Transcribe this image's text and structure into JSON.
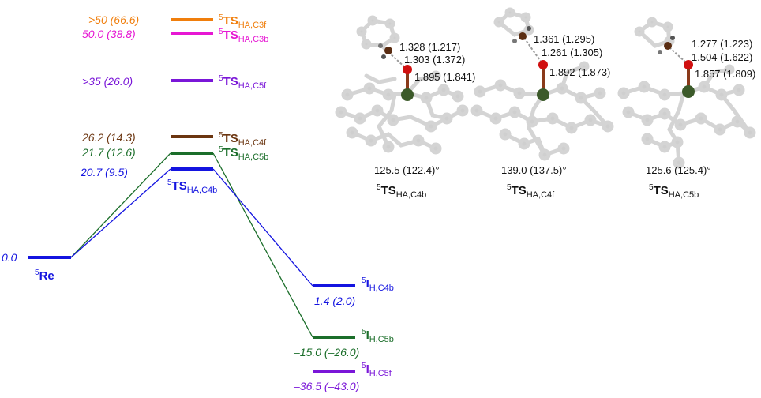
{
  "colors": {
    "blue": "#1414e0",
    "green": "#1b6e2a",
    "orange": "#f07e0c",
    "magenta": "#e617d3",
    "purple": "#7a16d8",
    "brown": "#6b3510",
    "atom_gray": "#c9c9c9",
    "metal": "#3c5a2a",
    "oxygen": "#d01010",
    "carbon": "#5a2d12"
  },
  "levels": {
    "re": {
      "energy": "0.0",
      "label_main": "Re",
      "label_sup": "5",
      "label_sub": ""
    },
    "ts_c3f": {
      "energy": ">50 (66.6)",
      "label_main": "TS",
      "label_sup": "5",
      "label_sub": "HA,C3f"
    },
    "ts_c3b": {
      "energy": "50.0 (38.8)",
      "label_main": "TS",
      "label_sup": "5",
      "label_sub": "HA,C3b"
    },
    "ts_c5f": {
      "energy": ">35 (26.0)",
      "label_main": "TS",
      "label_sup": "5",
      "label_sub": "HA,C5f"
    },
    "ts_c4f": {
      "energy": "26.2 (14.3)",
      "label_main": "TS",
      "label_sup": "5",
      "label_sub": "HA,C4f"
    },
    "ts_c5b": {
      "energy": "21.7 (12.6)",
      "label_main": "TS",
      "label_sup": "5",
      "label_sub": "HA,C5b"
    },
    "ts_c4b": {
      "energy": "20.7 (9.5)",
      "label_main": "TS",
      "label_sup": "5",
      "label_sub": "HA,C4b"
    },
    "i_c4b": {
      "energy": "1.4 (2.0)",
      "label_main": "I",
      "label_sup": "5",
      "label_sub": "H,C4b"
    },
    "i_c5b": {
      "energy": "–15.0 (–26.0)",
      "label_main": "I",
      "label_sup": "5",
      "label_sub": "H,C5b"
    },
    "i_c5f": {
      "energy": "–36.5 (–43.0)",
      "label_main": "I",
      "label_sup": "5",
      "label_sub": "H,C5f"
    }
  },
  "structures": [
    {
      "distances": [
        "1.328 (1.217)",
        "1.303 (1.372)",
        "1.895 (1.841)"
      ],
      "angle": "125.5 (122.4)°",
      "label_main": "TS",
      "label_sup": "5",
      "label_sub": "HA,C4b"
    },
    {
      "distances": [
        "1.361 (1.295)",
        "1.261 (1.305)",
        "1.892 (1.873)"
      ],
      "angle": "139.0 (137.5)°",
      "label_main": "TS",
      "label_sup": "5",
      "label_sub": "HA,C4f"
    },
    {
      "distances": [
        "1.277 (1.223)",
        "1.504 (1.622)",
        "1.857 (1.809)"
      ],
      "angle": "125.6 (125.4)°",
      "label_main": "TS",
      "label_sup": "5",
      "label_sub": "HA,C5b"
    }
  ]
}
